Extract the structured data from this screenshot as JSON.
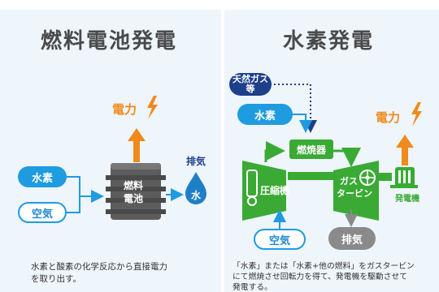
{
  "left": {
    "title": "燃料電池発電",
    "power_label": "電力",
    "inputs": [
      "水素",
      "空気"
    ],
    "cell_label_line1": "燃料",
    "cell_label_line2": "電池",
    "exhaust_label": "排気",
    "water_label": "水",
    "description_line1": "水素と酸素の化学反応から直接電力",
    "description_line2": "を取り出す。"
  },
  "right": {
    "title": "水素発電",
    "natural_gas_line1": "天然ガス",
    "natural_gas_line2": "等",
    "hydrogen_label": "水素",
    "power_label": "電力",
    "combustor_label": "燃焼器",
    "compressor_label": "圧縮機",
    "turbine_line1": "ガス",
    "turbine_line2": "タービン",
    "generator_label": "発電機",
    "air_label": "空気",
    "exhaust_label": "排気",
    "description_line1": "「水素」または「水素+他の燃料」をガスタービン",
    "description_line2": "にて燃焼させ回転力を得て、発電機を駆動させて",
    "description_line3": "発電する。"
  },
  "colors": {
    "hydrogen_blue": "#1f9be0",
    "navy": "#1e3f8a",
    "green": "#3aaa35",
    "orange": "#f08a1c",
    "gray": "#8a8a8a",
    "background": "#eef5fb"
  }
}
